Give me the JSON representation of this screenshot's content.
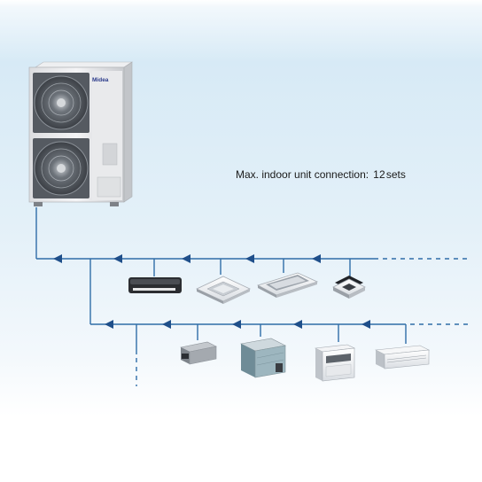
{
  "caption": {
    "prefix": "Max. indoor unit connection:",
    "count": "12",
    "unit": "sets"
  },
  "outdoor_unit": {
    "brand": "Midea",
    "icon": "outdoor-condenser-icon"
  },
  "indoor_units_row1": [
    {
      "icon": "wall-mounted-unit-icon"
    },
    {
      "icon": "four-way-cassette-icon"
    },
    {
      "icon": "one-way-cassette-icon"
    },
    {
      "icon": "compact-cassette-icon"
    }
  ],
  "indoor_units_row2": [
    {
      "icon": "duct-unit-icon"
    },
    {
      "icon": "high-static-duct-icon"
    },
    {
      "icon": "floor-standing-unit-icon"
    },
    {
      "icon": "ceiling-floor-unit-icon"
    }
  ],
  "colors": {
    "pipe": "#2f6da8",
    "arrow": "#1f4f8a",
    "text": "#1a1a1a",
    "background": "#d7eaf6"
  }
}
